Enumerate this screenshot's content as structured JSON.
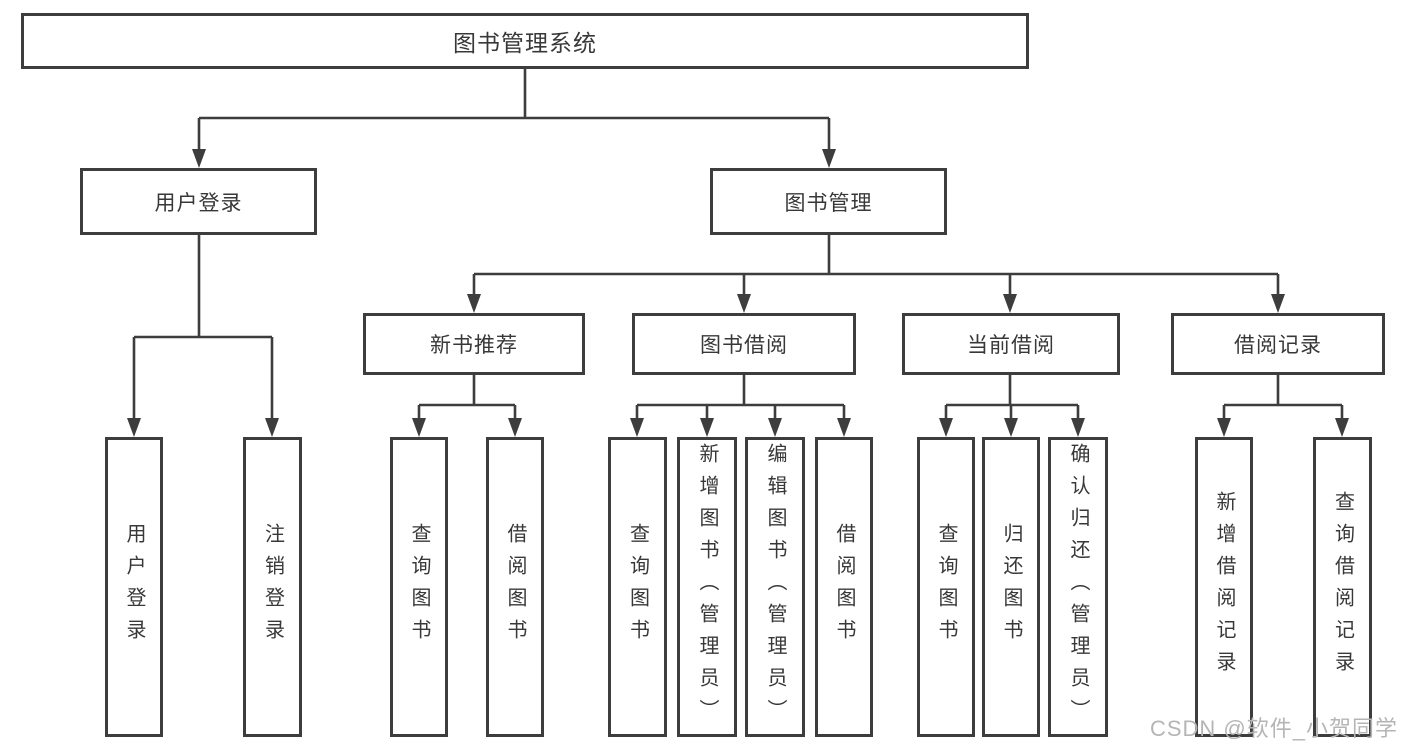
{
  "diagram": {
    "root": {
      "label": "图书管理系统"
    },
    "level2": [
      {
        "label": "用户登录"
      },
      {
        "label": "图书管理"
      }
    ],
    "level3": [
      {
        "label": "新书推荐",
        "parent": "图书管理"
      },
      {
        "label": "图书借阅",
        "parent": "图书管理"
      },
      {
        "label": "当前借阅",
        "parent": "图书管理"
      },
      {
        "label": "借阅记录",
        "parent": "图书管理"
      }
    ],
    "leaves": [
      {
        "label": "用户登录",
        "parent": "用户登录"
      },
      {
        "label": "注销登录",
        "parent": "用户登录"
      },
      {
        "label": "查询图书",
        "parent": "新书推荐"
      },
      {
        "label": "借阅图书",
        "parent": "新书推荐"
      },
      {
        "label": "查询图书",
        "parent": "图书借阅"
      },
      {
        "label": "新增图书（管理员）",
        "parent": "图书借阅"
      },
      {
        "label": "编辑图书（管理员）",
        "parent": "图书借阅"
      },
      {
        "label": "借阅图书",
        "parent": "图书借阅"
      },
      {
        "label": "查询图书",
        "parent": "当前借阅"
      },
      {
        "label": "归还图书",
        "parent": "当前借阅"
      },
      {
        "label": "确认归还（管理员）",
        "parent": "当前借阅"
      },
      {
        "label": "新增借阅记录",
        "parent": "借阅记录"
      },
      {
        "label": "查询借阅记录",
        "parent": "借阅记录"
      }
    ]
  },
  "watermark": {
    "text": "CSDN @软件_小贺同学"
  },
  "colors": {
    "line": "#3d3d3d",
    "box_border": "#3d3d3d",
    "text": "#383838",
    "watermark": "#b5b5b5",
    "background": "#ffffff"
  }
}
